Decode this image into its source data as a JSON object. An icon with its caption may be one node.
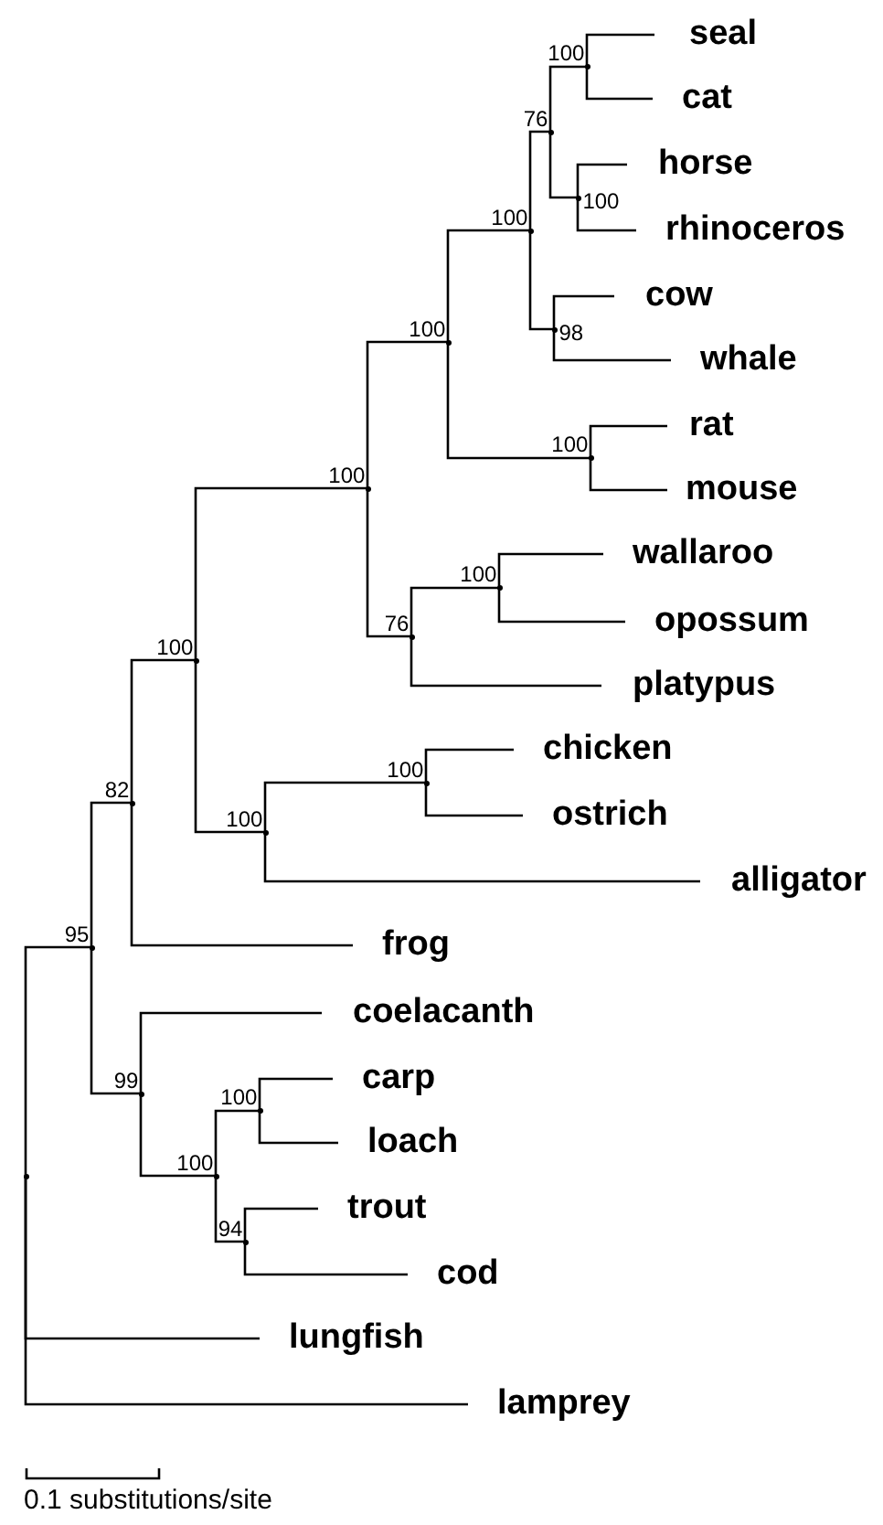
{
  "diagram": {
    "nodes": [
      {
        "text": [
          "seal"
        ]
      },
      {
        "text": [
          "cat"
        ]
      },
      {
        "text": [
          "horse"
        ]
      },
      {
        "text": [
          "rhinoceros"
        ]
      },
      {
        "text": [
          "cow"
        ]
      },
      {
        "text": [
          "whale"
        ]
      },
      {
        "text": [
          "rat"
        ]
      },
      {
        "text": [
          "mouse"
        ]
      },
      {
        "text": [
          "wallaroo"
        ]
      },
      {
        "text": [
          "opossum"
        ]
      },
      {
        "text": [
          "platypus"
        ]
      },
      {
        "text": [
          "chicken"
        ]
      },
      {
        "text": [
          "ostrich"
        ]
      },
      {
        "text": [
          "alligator"
        ]
      },
      {
        "text": [
          "frog"
        ]
      },
      {
        "text": [
          "coelacanth"
        ]
      },
      {
        "text": [
          "carp"
        ]
      },
      {
        "text": [
          "loach"
        ]
      },
      {
        "text": [
          "trout"
        ]
      },
      {
        "text": [
          "cod"
        ]
      },
      {
        "text": [
          "lungfish"
        ]
      },
      {
        "text": [
          "lamprey"
        ]
      },
      {
        "text": [],
        "shape": "point",
        "beside": [
          "100"
        ]
      },
      {
        "text": [],
        "shape": "point",
        "beside": [
          "100"
        ]
      },
      {
        "text": [],
        "shape": "point",
        "beside": [
          "76"
        ]
      },
      {
        "text": [],
        "shape": "point",
        "beside": [
          "98"
        ]
      },
      {
        "text": [],
        "shape": "point",
        "beside": [
          "100"
        ]
      },
      {
        "text": [],
        "shape": "point",
        "beside": [
          "100"
        ]
      },
      {
        "text": [],
        "shape": "point",
        "beside": [
          "100"
        ]
      },
      {
        "text": [],
        "shape": "point",
        "beside": [
          "100"
        ]
      },
      {
        "text": [],
        "shape": "point",
        "beside": [
          "76"
        ]
      },
      {
        "text": [],
        "shape": "point",
        "beside": [
          "100"
        ]
      },
      {
        "text": [],
        "shape": "point",
        "beside": [
          "100"
        ]
      },
      {
        "text": [],
        "shape": "point",
        "beside": [
          "100"
        ]
      },
      {
        "text": [],
        "shape": "point",
        "beside": [
          "100"
        ]
      },
      {
        "text": [],
        "shape": "point",
        "beside": [
          "82"
        ]
      },
      {
        "text": [],
        "shape": "point",
        "beside": [
          "100"
        ]
      },
      {
        "text": [],
        "shape": "point",
        "beside": [
          "94"
        ]
      },
      {
        "text": [],
        "shape": "point",
        "beside": [
          "100"
        ]
      },
      {
        "text": [],
        "shape": "point",
        "beside": [
          "99"
        ]
      },
      {
        "text": [],
        "shape": "point",
        "beside": [
          "95"
        ]
      },
      {
        "text": [],
        "shape": "point"
      }
    ],
    "edges": [
      {
        "from": 22,
        "to": 0,
        "arrow": "none"
      },
      {
        "from": 22,
        "to": 1,
        "arrow": "none"
      },
      {
        "from": 23,
        "to": 2,
        "arrow": "none"
      },
      {
        "from": 23,
        "to": 3,
        "arrow": "none"
      },
      {
        "from": 24,
        "to": 22,
        "arrow": "none"
      },
      {
        "from": 24,
        "to": 23,
        "arrow": "none"
      },
      {
        "from": 25,
        "to": 4,
        "arrow": "none"
      },
      {
        "from": 25,
        "to": 5,
        "arrow": "none"
      },
      {
        "from": 26,
        "to": 24,
        "arrow": "none"
      },
      {
        "from": 26,
        "to": 25,
        "arrow": "none"
      },
      {
        "from": 27,
        "to": 6,
        "arrow": "none"
      },
      {
        "from": 27,
        "to": 7,
        "arrow": "none"
      },
      {
        "from": 28,
        "to": 26,
        "arrow": "none"
      },
      {
        "from": 28,
        "to": 27,
        "arrow": "none"
      },
      {
        "from": 29,
        "to": 8,
        "arrow": "none"
      },
      {
        "from": 29,
        "to": 9,
        "arrow": "none"
      },
      {
        "from": 30,
        "to": 29,
        "arrow": "none"
      },
      {
        "from": 30,
        "to": 10,
        "arrow": "none"
      },
      {
        "from": 31,
        "to": 28,
        "arrow": "none"
      },
      {
        "from": 31,
        "to": 30,
        "arrow": "none"
      },
      {
        "from": 32,
        "to": 11,
        "arrow": "none"
      },
      {
        "from": 32,
        "to": 12,
        "arrow": "none"
      },
      {
        "from": 33,
        "to": 32,
        "arrow": "none"
      },
      {
        "from": 33,
        "to": 13,
        "arrow": "none"
      },
      {
        "from": 34,
        "to": 31,
        "arrow": "none"
      },
      {
        "from": 34,
        "to": 33,
        "arrow": "none"
      },
      {
        "from": 35,
        "to": 34,
        "arrow": "none"
      },
      {
        "from": 35,
        "to": 14,
        "arrow": "none"
      },
      {
        "from": 36,
        "to": 16,
        "arrow": "none"
      },
      {
        "from": 36,
        "to": 17,
        "arrow": "none"
      },
      {
        "from": 37,
        "to": 18,
        "arrow": "none"
      },
      {
        "from": 37,
        "to": 19,
        "arrow": "none"
      },
      {
        "from": 38,
        "to": 36,
        "arrow": "none"
      },
      {
        "from": 38,
        "to": 37,
        "arrow": "none"
      },
      {
        "from": 39,
        "to": 15,
        "arrow": "none"
      },
      {
        "from": 39,
        "to": 38,
        "arrow": "none"
      },
      {
        "from": 40,
        "to": 35,
        "arrow": "none"
      },
      {
        "from": 40,
        "to": 39,
        "arrow": "none"
      },
      {
        "from": 41,
        "to": 40,
        "arrow": "none"
      },
      {
        "from": 41,
        "to": 20,
        "arrow": "none"
      },
      {
        "from": 41,
        "to": 21,
        "arrow": "none"
      }
    ],
    "labels": [
      "0.1 substitutions/site"
    ]
  }
}
